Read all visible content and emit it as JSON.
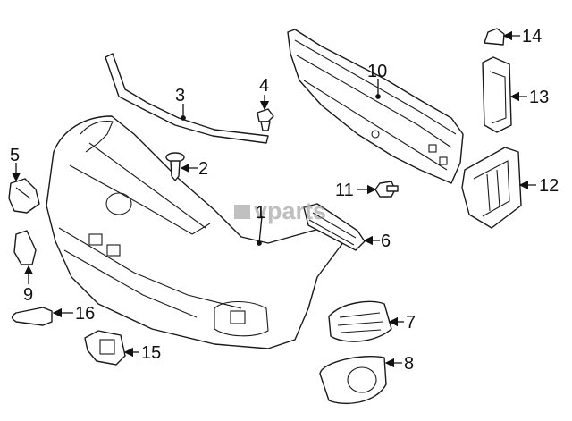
{
  "diagram": {
    "watermark": "vparts",
    "callouts": [
      "1",
      "2",
      "3",
      "4",
      "5",
      "6",
      "7",
      "8",
      "9",
      "10",
      "11",
      "12",
      "13",
      "14",
      "15",
      "16"
    ]
  }
}
